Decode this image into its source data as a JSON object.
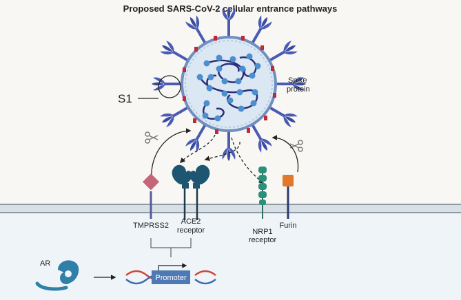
{
  "title": "Proposed SARS-CoV-2 cellular entrance pathways",
  "labels": {
    "s1": "S1",
    "spike_line1": "Spike",
    "spike_line2": "protein",
    "tmprss2": "TMPRSS2",
    "ace2_line1": "ACE2",
    "ace2_line2": "receptor",
    "nrp1_line1": "NRP1",
    "nrp1_line2": "receptor",
    "furin": "Furin",
    "ar": "AR",
    "promoter": "Promoter"
  },
  "icons": {
    "scissors": "scissors-icon"
  },
  "colors": {
    "background": "#f8f7f3",
    "cytoplasm": "#eef4f8",
    "membrane": "#b9c4cc",
    "virus_fill": "#dbe8f3",
    "spike": "#4a5bb4",
    "rna": "#2a2d7a",
    "rna_beads": "#4c8fd0",
    "membrane_protein": "#c0283a",
    "tmprss2": "#c4657a",
    "ace2": "#1e5570",
    "nrp1": "#2c8f7a",
    "furin": "#e07a28",
    "ar": "#2f7fa8",
    "promoter": "#4f79b4",
    "dna_red": "#d0453a",
    "dna_blue": "#3f6bb0"
  }
}
